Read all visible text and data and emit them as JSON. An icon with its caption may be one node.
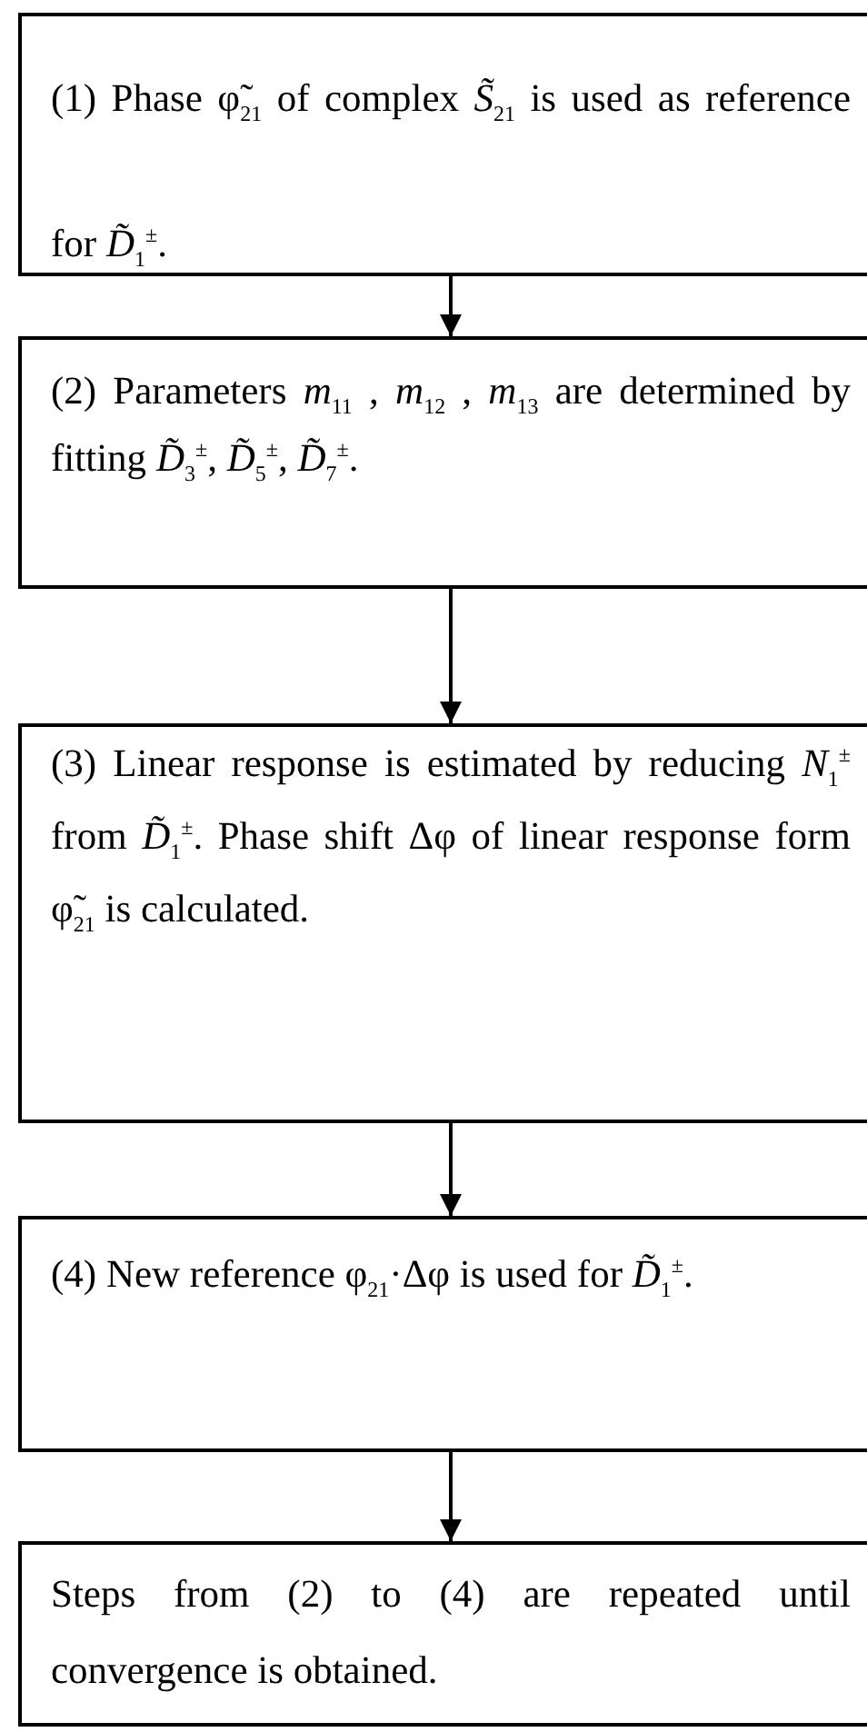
{
  "diagram": {
    "nodes": [
      {
        "text": [
          "(1) Phase φ̃$_{21}$ of complex *S̃*$_{21}$ is used as reference for *D̃*$_{1}$$^{±}$."
        ]
      },
      {
        "text": [
          "(2) Parameters *m*$_{11}$ , *m*$_{12}$ , *m*$_{13}$ are determined by fitting *D̃*$_{3}$$^{±}$, *D̃*$_{5}$$^{±}$, *D̃*$_{7}$$^{±}$."
        ]
      },
      {
        "text": [
          "(3) Linear response is estimated by reducing *N*$_{1}$$^{±}$ from *D̃*$_{1}$$^{±}$. Phase shift Δφ of linear response form φ̃$_{21}$ is calculated."
        ]
      },
      {
        "text": [
          "(4) New reference φ$_{21}$·Δφ is used for *D̃*$_{1}$$^{±}$."
        ]
      },
      {
        "text": [
          "Steps from (2) to (4) are repeated until convergence is obtained."
        ]
      }
    ],
    "edges": [
      {
        "from": 0,
        "to": 1,
        "arrow": "to"
      },
      {
        "from": 1,
        "to": 2,
        "arrow": "to"
      },
      {
        "from": 2,
        "to": 3,
        "arrow": "to"
      },
      {
        "from": 3,
        "to": 4,
        "arrow": "to"
      }
    ]
  }
}
